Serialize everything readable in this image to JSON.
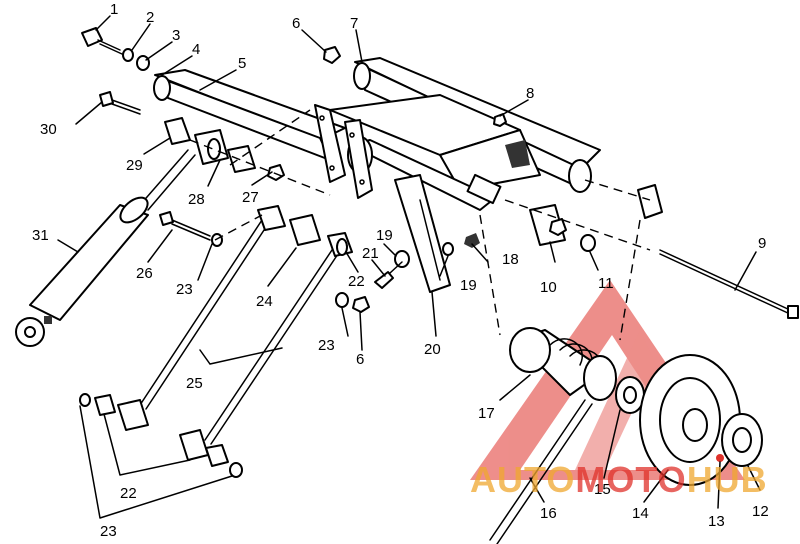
{
  "callouts": [
    {
      "id": "c1",
      "text": "1"
    },
    {
      "id": "c2",
      "text": "2"
    },
    {
      "id": "c3",
      "text": "3"
    },
    {
      "id": "c4",
      "text": "4"
    },
    {
      "id": "c5",
      "text": "5"
    },
    {
      "id": "c6a",
      "text": "6"
    },
    {
      "id": "c6b",
      "text": "6"
    },
    {
      "id": "c7",
      "text": "7"
    },
    {
      "id": "c8",
      "text": "8"
    },
    {
      "id": "c9",
      "text": "9"
    },
    {
      "id": "c10",
      "text": "10"
    },
    {
      "id": "c11",
      "text": "11"
    },
    {
      "id": "c12",
      "text": "12"
    },
    {
      "id": "c13",
      "text": "13"
    },
    {
      "id": "c14",
      "text": "14"
    },
    {
      "id": "c15",
      "text": "15"
    },
    {
      "id": "c16",
      "text": "16"
    },
    {
      "id": "c17",
      "text": "17"
    },
    {
      "id": "c18",
      "text": "18"
    },
    {
      "id": "c19a",
      "text": "19"
    },
    {
      "id": "c19b",
      "text": "19"
    },
    {
      "id": "c20",
      "text": "20"
    },
    {
      "id": "c21",
      "text": "21"
    },
    {
      "id": "c22a",
      "text": "22"
    },
    {
      "id": "c22b",
      "text": "22"
    },
    {
      "id": "c23a",
      "text": "23"
    },
    {
      "id": "c23b",
      "text": "23"
    },
    {
      "id": "c23c",
      "text": "23"
    },
    {
      "id": "c24",
      "text": "24"
    },
    {
      "id": "c25",
      "text": "25"
    },
    {
      "id": "c26",
      "text": "26"
    },
    {
      "id": "c27",
      "text": "27"
    },
    {
      "id": "c28",
      "text": "28"
    },
    {
      "id": "c29",
      "text": "29"
    },
    {
      "id": "c30",
      "text": "30"
    },
    {
      "id": "c31",
      "text": "31"
    }
  ],
  "watermark": {
    "part1": "AUTO",
    "part2": "MOTO",
    "part3": "HUB",
    "color_red": "#e0322b",
    "color_gold": "#f0a830"
  }
}
